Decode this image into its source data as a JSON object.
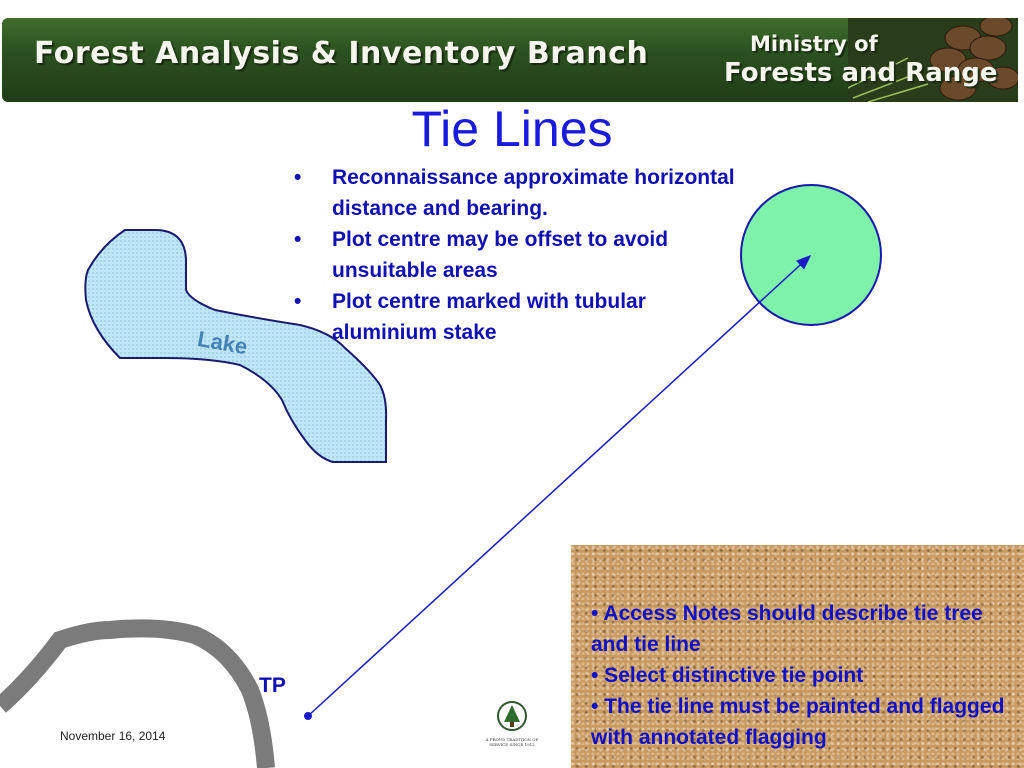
{
  "header": {
    "branch": "Forest Analysis & Inventory Branch",
    "ministry_line1": "Ministry of",
    "ministry_line2": "Forests and Range"
  },
  "title": "Tie Lines",
  "bullets": [
    "Reconnaissance approximate horizontal distance and bearing.",
    "Plot centre may be offset to avoid unsuitable areas",
    "Plot centre marked with tubular aluminium stake"
  ],
  "bullet_symbol": "•",
  "diagram": {
    "lake_label": "Lake",
    "tp_label": "TP",
    "colors": {
      "lake_fill": "#bfe6f7",
      "lake_stroke": "#1a1a6e",
      "plot_fill": "#7ef2a8",
      "plot_stroke": "#1a1ab0",
      "tie_line": "#1a1ac8",
      "road": "#7b7b7b"
    }
  },
  "access_notes": [
    "• Access Notes should describe tie tree and tie line",
    "• Select distinctive tie point",
    "• The tie line must be painted and flagged with annotated flagging"
  ],
  "footer": {
    "date": "November 16, 2014",
    "logo_text": "A PROUD TRADITION OF SERVICE SINCE 1912"
  },
  "colors": {
    "title": "#1a1adc",
    "bullet_text": "#1010b4",
    "banner_green": "#2c5120",
    "notes_background": "#c79a63"
  }
}
